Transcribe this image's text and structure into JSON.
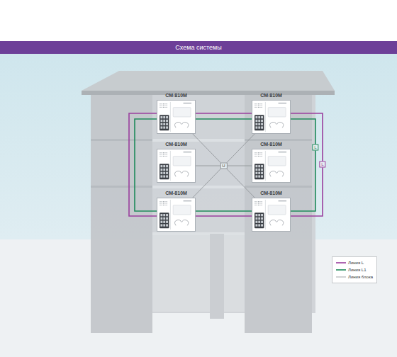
{
  "diagram": {
    "title": "Схема системы",
    "nodes": [
      {
        "text": [
          "CM-810M"
        ]
      },
      {
        "text": [
          "CM-810M"
        ]
      },
      {
        "text": [
          "CM-810M"
        ]
      },
      {
        "text": [
          "CM-810M"
        ]
      },
      {
        "text": [
          "CM-810M"
        ]
      },
      {
        "text": [
          "CM-810M"
        ]
      }
    ],
    "edges": [
      {
        "from": 0,
        "to": 5,
        "arrow": "none"
      },
      {
        "from": 1,
        "to": 4,
        "arrow": "none"
      },
      {
        "from": 2,
        "to": 3,
        "label": "U",
        "arrow": "none"
      },
      {
        "from": 0,
        "to": 1,
        "arrow": "none"
      },
      {
        "from": 1,
        "to": 5,
        "label": "L",
        "arrow": "none"
      },
      {
        "from": 5,
        "to": 4,
        "arrow": "none"
      },
      {
        "from": 4,
        "to": 0,
        "arrow": "none"
      },
      {
        "from": 0,
        "to": 1,
        "arrow": "none"
      },
      {
        "from": 1,
        "to": 5,
        "label": "L",
        "arrow": "none"
      },
      {
        "from": 5,
        "to": 4,
        "arrow": "none"
      },
      {
        "from": 4,
        "to": 0,
        "arrow": "none"
      }
    ],
    "legend": [
      {
        "text": "Линия L"
      },
      {
        "text": "Линия L1"
      },
      {
        "text": "Линия блока"
      }
    ]
  }
}
